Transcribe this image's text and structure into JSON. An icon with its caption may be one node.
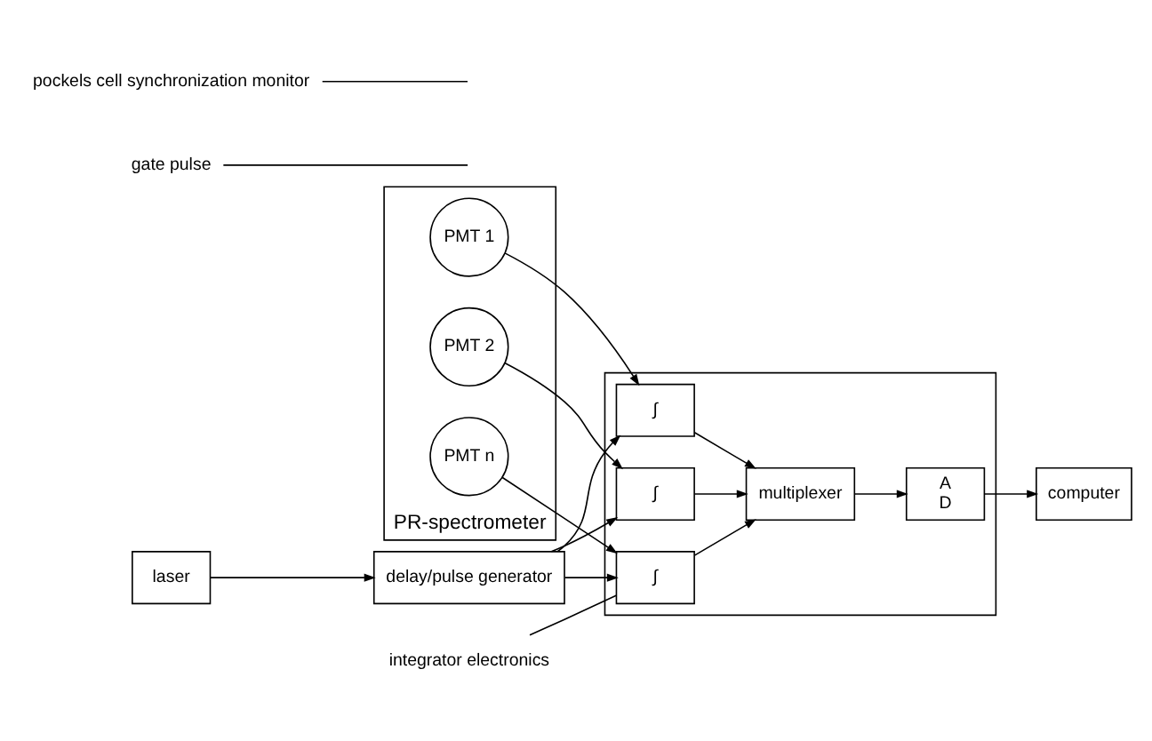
{
  "diagram": {
    "nodes": [
      {
        "text": [
          "PR-spectrometer"
        ]
      },
      {
        "text": [
          "PMT 1"
        ],
        "in": 0
      },
      {
        "text": [
          "PMT 2"
        ],
        "in": 0
      },
      {
        "text": [
          "PMT n"
        ],
        "in": 0
      },
      {
        "text": [],
        "shape": "box"
      },
      {
        "text": [
          "∫"
        ],
        "in": 4
      },
      {
        "text": [
          "∫"
        ],
        "in": 4
      },
      {
        "text": [
          "∫"
        ],
        "in": 4
      },
      {
        "text": [
          "multiplexer"
        ],
        "in": 4
      },
      {
        "text": [
          "A",
          "D"
        ],
        "in": 4
      },
      {
        "text": [
          "integrator electronics"
        ]
      },
      {
        "text": [
          "gate pulse"
        ]
      },
      {
        "text": [
          "delay/pulse generator"
        ]
      },
      {
        "text": [
          "pockels cell synchronization monitor"
        ]
      },
      {
        "text": [
          "laser"
        ]
      },
      {
        "text": [
          "computer"
        ]
      }
    ],
    "edges": [
      {
        "from": 1,
        "to": 5,
        "arrow": "to"
      },
      {
        "from": 2,
        "to": 6,
        "arrow": "to"
      },
      {
        "from": 3,
        "to": 7,
        "arrow": "to"
      },
      {
        "from": 5,
        "to": 8,
        "arrow": "to"
      },
      {
        "from": 6,
        "to": 8,
        "arrow": "to"
      },
      {
        "from": 7,
        "to": 8,
        "arrow": "to"
      },
      {
        "from": 8,
        "to": 9,
        "arrow": "to"
      },
      {
        "from": 9,
        "to": 15,
        "arrow": "to"
      },
      {
        "from": 12,
        "to": 5,
        "arrow": "to"
      },
      {
        "from": 12,
        "to": 6,
        "arrow": "to"
      },
      {
        "from": 12,
        "to": 7,
        "arrow": "to"
      },
      {
        "from": 14,
        "to": 12,
        "arrow": "to"
      },
      {
        "from": 10,
        "to": 7,
        "arrow": "none"
      },
      {
        "from": 11,
        "to": null,
        "arrow": "none"
      },
      {
        "from": 13,
        "to": null,
        "arrow": "none"
      }
    ]
  }
}
